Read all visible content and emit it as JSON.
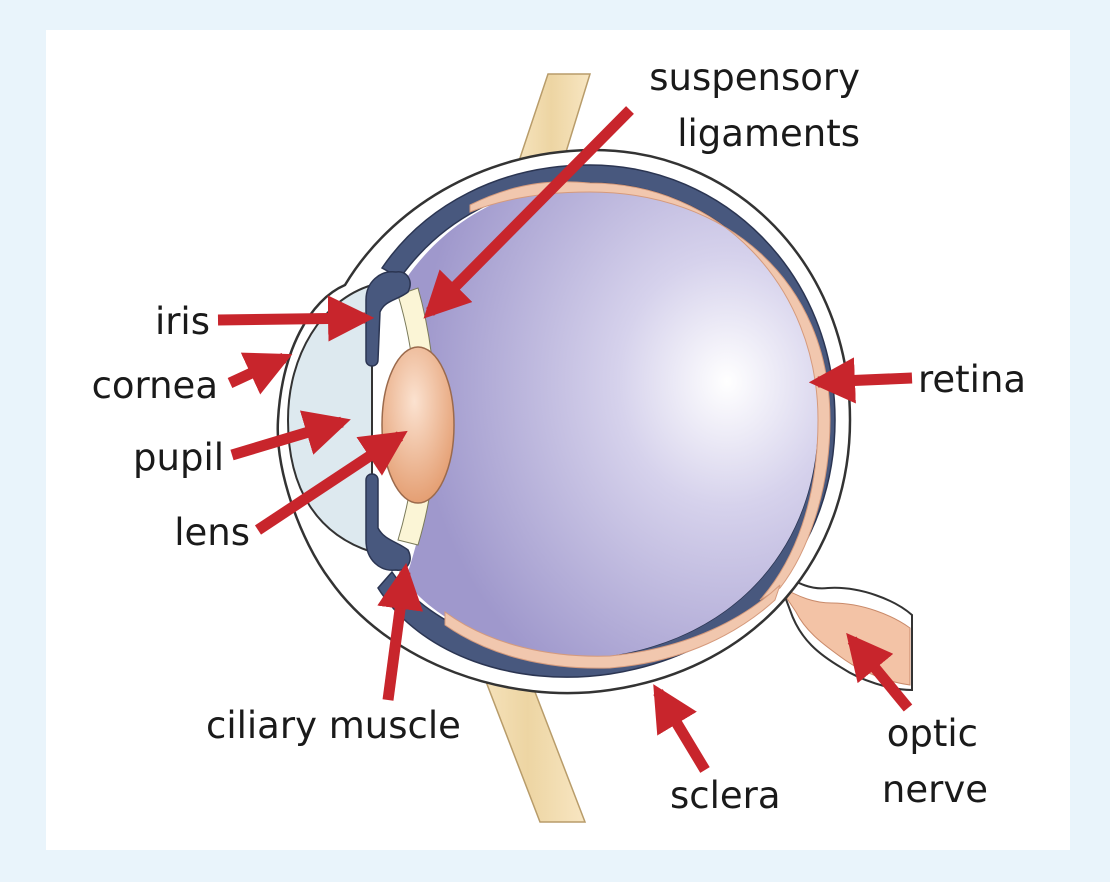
{
  "labels": {
    "suspensory_line1": "suspensory",
    "suspensory_line2": "ligaments",
    "iris": "iris",
    "cornea": "cornea",
    "pupil": "pupil",
    "lens": "lens",
    "retina": "retina",
    "ciliary_muscle": "ciliary muscle",
    "optic_line1": "optic",
    "optic_line2": "nerve",
    "sclera": "sclera"
  },
  "colors": {
    "background": "#e9f4fb",
    "panel": "#ffffff",
    "arrow": "#c8252c",
    "choroid": "#4a5a80",
    "vitreous": "#b6b0d8",
    "retina": "#f1c7ae",
    "lens": "#eeaf86",
    "cornea": "#dde9ef",
    "muscle_band": "#f3dfb4"
  }
}
